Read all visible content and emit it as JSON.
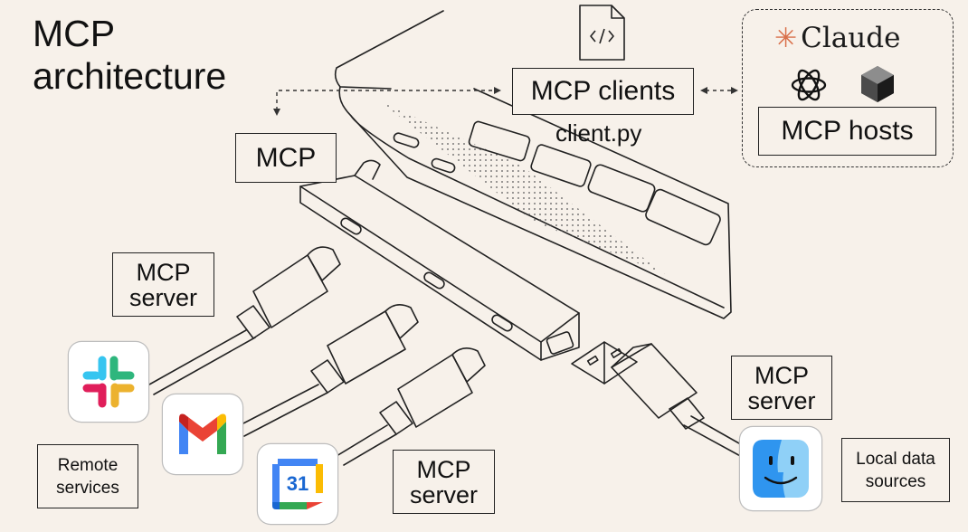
{
  "title": {
    "line1": "MCP",
    "line2": "architecture"
  },
  "labels": {
    "mcp": "MCP",
    "mcp_clients": "MCP clients",
    "client_file": "client.py",
    "mcp_hosts": "MCP hosts",
    "host_claude": "Claude",
    "server_line1": "MCP",
    "server_line2": "server",
    "remote_line1": "Remote",
    "remote_line2": "services",
    "local_line1": "Local data",
    "local_line2": "sources",
    "calendar_day": "31"
  },
  "icons": {
    "file": "code-file-icon",
    "claude": "claude-logo-icon",
    "openai": "openai-logo-icon",
    "cube": "cube-logo-icon",
    "slack": "slack-icon",
    "gmail": "gmail-icon",
    "calendar": "google-calendar-icon",
    "finder": "finder-icon"
  },
  "colors": {
    "background": "#f7f1ea",
    "claude_star": "#d9704a",
    "slack": [
      "#36c5f0",
      "#2eb67d",
      "#ecb22e",
      "#e01e5a"
    ],
    "gmail": [
      "#4285f4",
      "#34a853",
      "#fbbc04",
      "#ea4335",
      "#c5221f"
    ],
    "calendar": [
      "#4285f4",
      "#34a853",
      "#fbbc04",
      "#ea4335",
      "#1967d2"
    ],
    "finder": [
      "#2f95ef",
      "#8fd0f7"
    ]
  }
}
